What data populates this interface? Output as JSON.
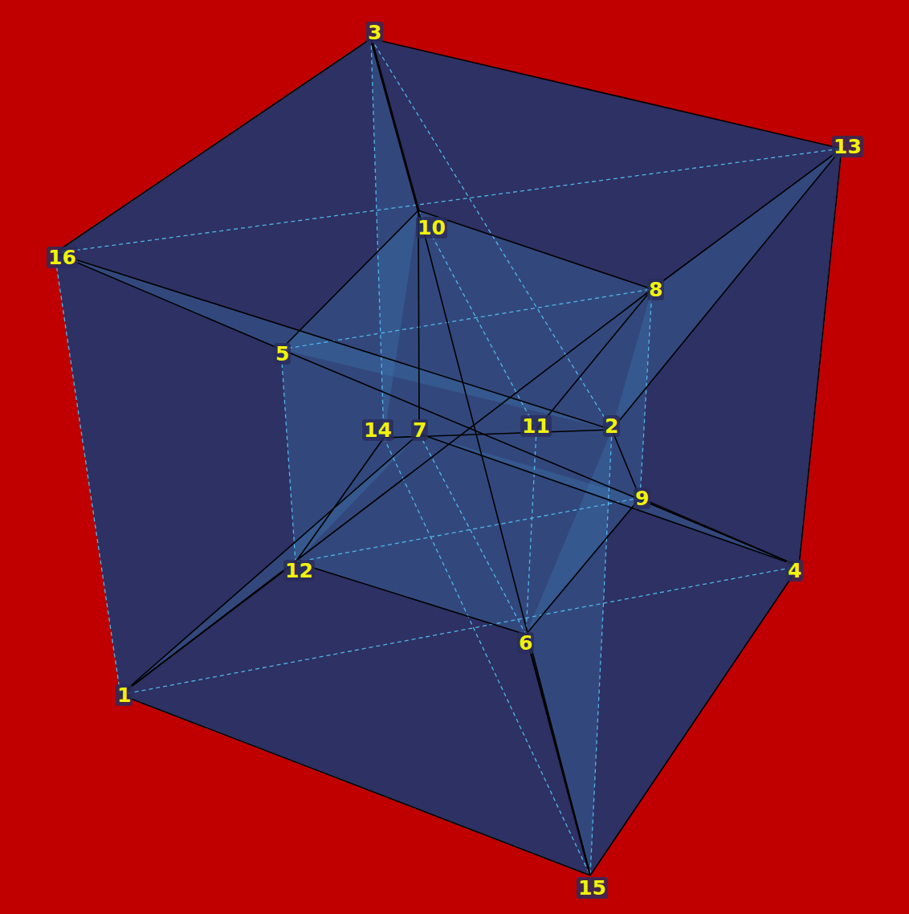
{
  "diagram": {
    "labels": [
      "3",
      "13",
      "10",
      "16",
      "8",
      "5",
      "14",
      "7",
      "11",
      "2",
      "9",
      "12",
      "4",
      "1",
      "6",
      "15"
    ]
  }
}
